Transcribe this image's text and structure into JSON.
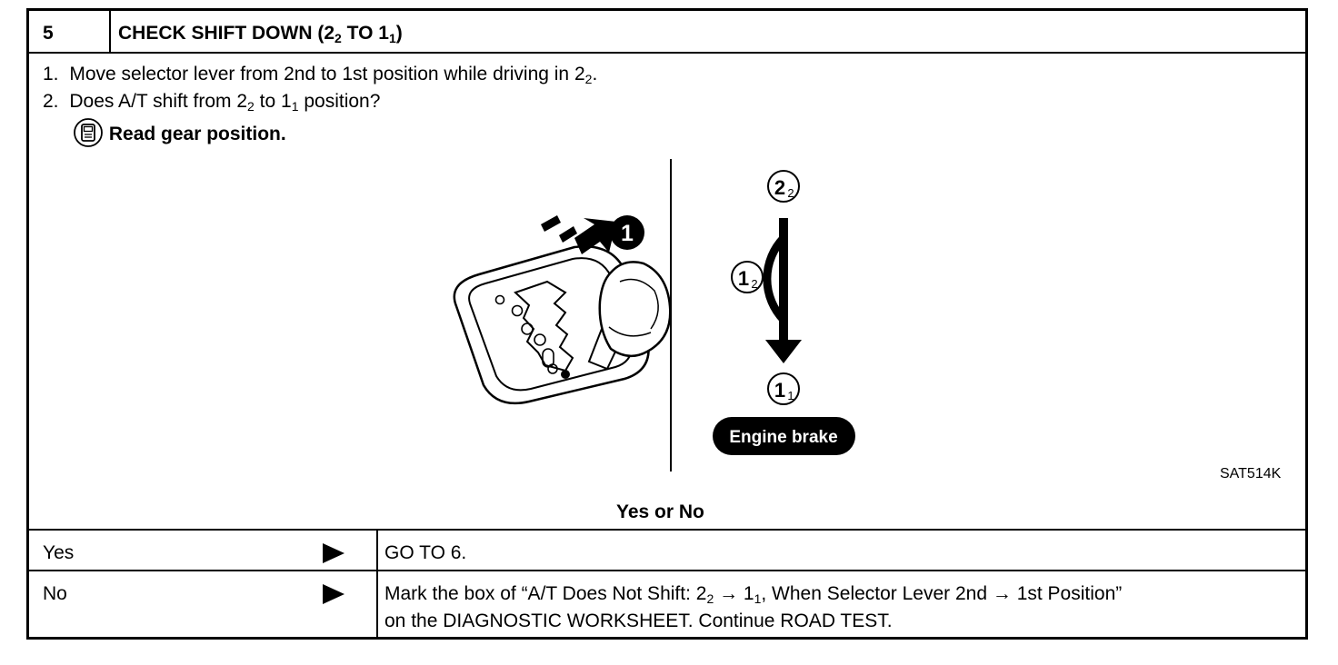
{
  "header": {
    "step_number": "5",
    "title_prefix": "CHECK SHIFT DOWN (2",
    "title_sub1": "2",
    "title_mid": " TO 1",
    "title_sub2": "1",
    "title_suffix": ")"
  },
  "instructions": {
    "line1_num": "1.",
    "line1_text": "Move selector lever from 2nd to 1st position while driving in 2",
    "line1_sub": "2",
    "line1_end": ".",
    "line2_num": "2.",
    "line2_pre": "Does A/T shift from 2",
    "line2_sub1": "2",
    "line2_mid": " to 1",
    "line2_sub2": "1",
    "line2_end": " position?",
    "read_label": "Read gear position.",
    "read_icon": "data-monitor-icon"
  },
  "figure": {
    "step_badge": "1",
    "node_top_main": "2",
    "node_top_sub": "2",
    "node_mid_main": "1",
    "node_mid_sub": "2",
    "node_bottom_main": "1",
    "node_bottom_sub": "1",
    "engine_brake_label": "Engine brake",
    "figure_code": "SAT514K"
  },
  "question": "Yes or No",
  "results": [
    {
      "answer": "Yes",
      "action": "GO TO 6."
    },
    {
      "answer": "No",
      "action_pre": "Mark the box of “A/T Does Not Shift: 2",
      "action_sub1": "2",
      "action_arrow1": " → 1",
      "action_sub2": "1",
      "action_mid": ", When Selector Lever 2nd → 1st Position”",
      "action_line2": "on the DIAGNOSTIC WORKSHEET. Continue ROAD TEST."
    }
  ]
}
